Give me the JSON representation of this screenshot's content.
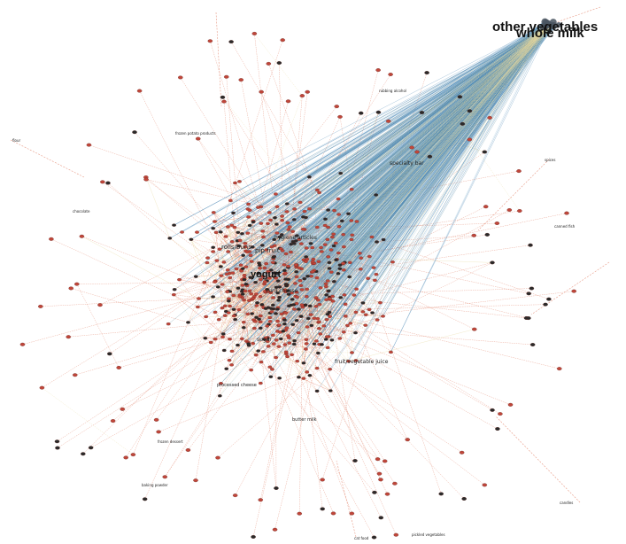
{
  "title": "",
  "labels": {
    "hub_top": "other vegetables",
    "hub_overlap": "whole milk",
    "center": "yogurt",
    "center_small": "pip fruit",
    "left_1": "flour",
    "left_2": "chocolate",
    "left_3": "frozen potato products",
    "bottom_1": "cat food",
    "bottom_2": "pickled vegetables",
    "bottom_3": "frozen dessert",
    "bottom_4": "baking powder",
    "right_1": "canned fish",
    "right_2": "candles",
    "top_1": "spices",
    "top_2": "rubbing alcohol",
    "misc_1": "rolls/buns",
    "misc_2": "hygiene articles",
    "misc_3": "curd cheese",
    "misc_4": "specialty bar",
    "misc_5": "fruit/vegetable juice",
    "misc_6": "sugar",
    "misc_7": "processed cheese",
    "misc_8": "butter milk"
  },
  "colors": {
    "hub_edge": "#3f7fb0",
    "hub_edge_light": "#9cc4dd",
    "peripheral_edge": "#e07a5f",
    "peripheral_edge_light": "#f1b9a5",
    "yellow_edge": "#e8d89a",
    "node_fill": "#c0463a",
    "node_dark": "#2a2a2a",
    "hub_node": "#4a5560"
  }
}
